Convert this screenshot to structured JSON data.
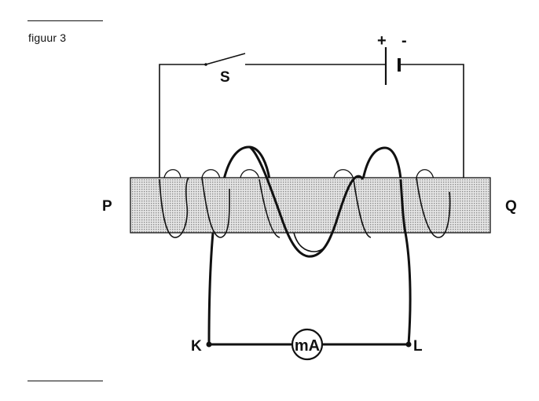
{
  "figure": {
    "caption": "figuur 3"
  },
  "labels": {
    "switch": "S",
    "left_end": "P",
    "right_end": "Q",
    "terminal_left": "K",
    "terminal_right": "L",
    "meter": "mA",
    "battery_plus": "+",
    "battery_minus": "-"
  }
}
